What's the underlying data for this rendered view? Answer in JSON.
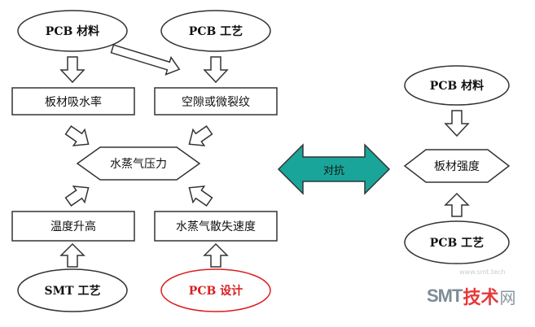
{
  "nodes": {
    "pcb_material_left": "PCB 材料",
    "pcb_process_top": "PCB 工艺",
    "board_moisture": "板材吸水率",
    "voids_cracks": "空隙或微裂纹",
    "vapor_pressure": "水蒸气压力",
    "temp_rise": "温度升高",
    "vapor_loss_rate": "水蒸气散失速度",
    "smt_process": "SMT 工艺",
    "pcb_design": "PCB 设计",
    "pcb_material_right": "PCB 材料",
    "board_strength": "板材强度",
    "pcb_process_right": "PCB 工艺"
  },
  "connector": {
    "label": "对抗",
    "color": "#1aa59a"
  },
  "watermark": {
    "smt": "SMT",
    "tech": "技术",
    "net": "网",
    "url": "www.smt.tech"
  },
  "colors": {
    "stroke": "#333333",
    "accent_red": "#d92020"
  }
}
